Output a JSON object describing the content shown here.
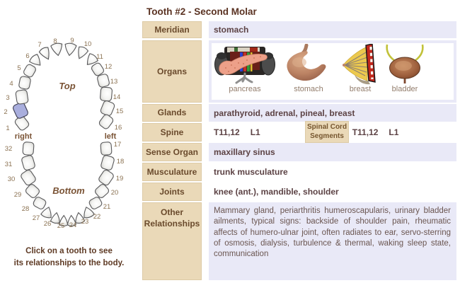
{
  "title": "Tooth #2 - Second Molar",
  "colors": {
    "label_bg": "#ead9b8",
    "value_bg": "#e9e9f7",
    "highlight_tooth": "#a9aedd",
    "title_text": "#5a3222",
    "label_text": "#6a4a2c",
    "value_text": "#5c4244"
  },
  "tooth_chart": {
    "top_label": "Top",
    "bottom_label": "Bottom",
    "right_label": "right",
    "left_label": "left",
    "highlighted_tooth": 2,
    "tooth_numbers": [
      1,
      2,
      3,
      4,
      5,
      6,
      7,
      8,
      9,
      10,
      11,
      12,
      13,
      14,
      15,
      16,
      17,
      18,
      19,
      20,
      21,
      22,
      23,
      24,
      25,
      26,
      27,
      28,
      29,
      30,
      31,
      32
    ],
    "instruction_line1": "Click on a tooth to see",
    "instruction_line2": "its relationships to the body."
  },
  "table": {
    "meridian": {
      "label": "Meridian",
      "value": "stomach"
    },
    "organs": {
      "label": "Organs",
      "items": [
        "pancreas",
        "stomach",
        "breast",
        "bladder"
      ]
    },
    "glands": {
      "label": "Glands",
      "value": "parathyroid, adrenal, pineal, breast"
    },
    "spine": {
      "label": "Spine",
      "left1": "T11,12",
      "left2": "L1",
      "box_line1": "Spinal Cord",
      "box_line2": "Segments",
      "right1": "T11,12",
      "right2": "L1"
    },
    "sense_organ": {
      "label": "Sense Organ",
      "value": "maxillary sinus"
    },
    "musculature": {
      "label": "Musculature",
      "value": "trunk musculature"
    },
    "joints": {
      "label": "Joints",
      "value": "knee (ant.), mandible, shoulder"
    },
    "other": {
      "label": "Other Relationships",
      "value": "Mammary gland, periarthritis humeroscapularis, urinary bladder ailments, typical signs: backside of shoulder pain, rheumatic affects of humero-ulnar joint, often radiates to ear, servo-sterring of osmosis, dialysis, turbulence & thermal, waking sleep state, communication"
    }
  }
}
